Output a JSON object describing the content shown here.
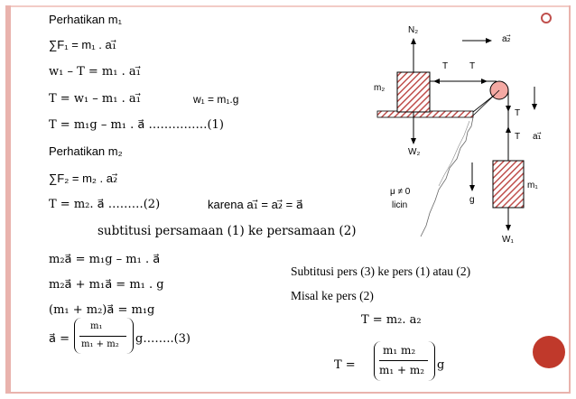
{
  "lines": {
    "l1": "Perhatikan m₁",
    "l2": "∑F₁ = m₁ . a₁⃗",
    "l3": "w₁ – T =  m₁ . a₁⃗",
    "l4": "T = w₁ –  m₁ . a₁⃗",
    "l4b": "w₁ = m₁.g",
    "l5": "T = m₁g –  m₁ . a⃗   ……………(1)",
    "l6": "Perhatikan m₂",
    "l7": "∑F₂ = m₂ . a₂⃗",
    "l8": "T  =  m₂. a⃗ ………(2)",
    "l8b": "karena a₁⃗  =  a₂⃗  = a⃗",
    "l9": "subtitusi persamaan (1) ke persamaan (2)",
    "l10": "m₂a⃗ = m₁g –  m₁ . a⃗",
    "l11": "m₂a⃗ + m₁a⃗  =  m₁ . g",
    "l12": "(m₁  +  m₂)a⃗ = m₁g",
    "l13_lhs": "a⃗ =",
    "l13_num": "m₁",
    "l13_den": "m₁ + m₂",
    "l13_rhs": "g……..(3)",
    "r1": "Subtitusi pers (3) ke pers (1) atau (2)",
    "r2": "Misal ke pers (2)",
    "r3": "T  =  m₂. a₂",
    "r4_lhs": "T  =",
    "r4_num": "m₁  m₂",
    "r4_den": "m₁ + m₂",
    "r4_rhs": "g"
  },
  "diagram": {
    "n2": "N₂",
    "a2": "a₂⃗",
    "t_left": "T",
    "t_right": "T",
    "m2": "m₂",
    "w2": "W₂",
    "t_down1": "T",
    "t_down2": "T",
    "a1": "a₁⃗",
    "mu": "μ ≠ 0",
    "licin": "licin",
    "g": "g",
    "m1": "m₁",
    "w1": "W₁"
  },
  "colors": {
    "frame": "#e9b3ad",
    "accent": "#c0392b",
    "hatch": "#c0504d",
    "pulley": "#f4a9a3"
  }
}
